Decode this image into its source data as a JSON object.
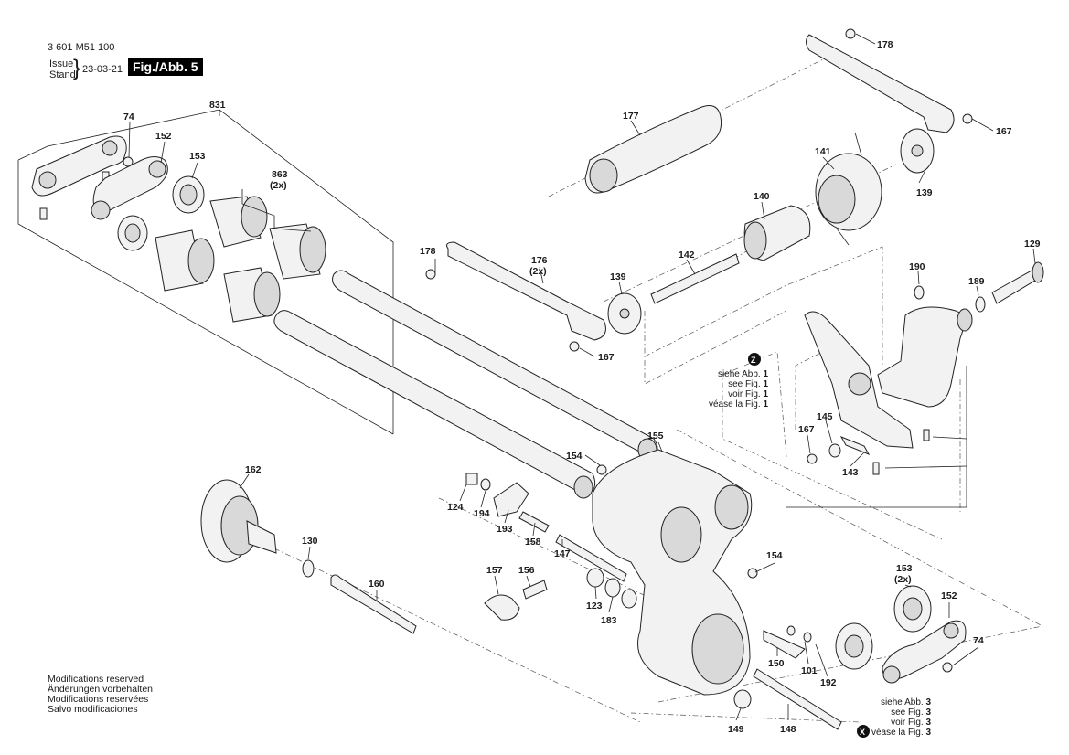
{
  "header": {
    "doc_number": "3 601 M51 100",
    "issue_label": "Issue",
    "stand_label": "Stand",
    "date": "23-03-21",
    "figure_label": "Fig./Abb. 5"
  },
  "notice": [
    "Modifications reserved",
    "Änderungen vorbehalten",
    "Modifications reservées",
    "Salvo modificaciones"
  ],
  "parts": {
    "p831": "831",
    "p74_top": "74",
    "p152_top": "152",
    "p153_top": "153",
    "p863": "863",
    "p863_qty": "(2x)",
    "p177": "177",
    "p178_top": "178",
    "p167_top": "167",
    "p141": "141",
    "p139_top": "139",
    "p140": "140",
    "p178_mid": "178",
    "p176": "176",
    "p176_qty": "(2x)",
    "p139_mid": "139",
    "p142": "142",
    "p167_mid": "167",
    "p129": "129",
    "p190": "190",
    "p189": "189",
    "p167_low": "167",
    "p145": "145",
    "p143": "143",
    "p155": "155",
    "p154_top": "154",
    "p162": "162",
    "p124": "124",
    "p194": "194",
    "p193": "193",
    "p158": "158",
    "p147": "147",
    "p130": "130",
    "p160": "160",
    "p157": "157",
    "p156": "156",
    "p123": "123",
    "p183": "183",
    "p154_low": "154",
    "p153_low": "153",
    "p153_low_qty": "(2x)",
    "p152_low": "152",
    "p74_low": "74",
    "p150": "150",
    "p101": "101",
    "p192": "192",
    "p149": "149",
    "p148": "148"
  },
  "references": {
    "z": {
      "letter": "Z",
      "lines": [
        "siehe Abb. ",
        "see Fig. ",
        "voir Fig. ",
        "véase la Fig. "
      ],
      "number": "1"
    },
    "x": {
      "letter": "X",
      "lines": [
        "siehe Abb. ",
        "see Fig. ",
        "voir Fig. ",
        "véase la Fig. "
      ],
      "number": "3"
    }
  }
}
